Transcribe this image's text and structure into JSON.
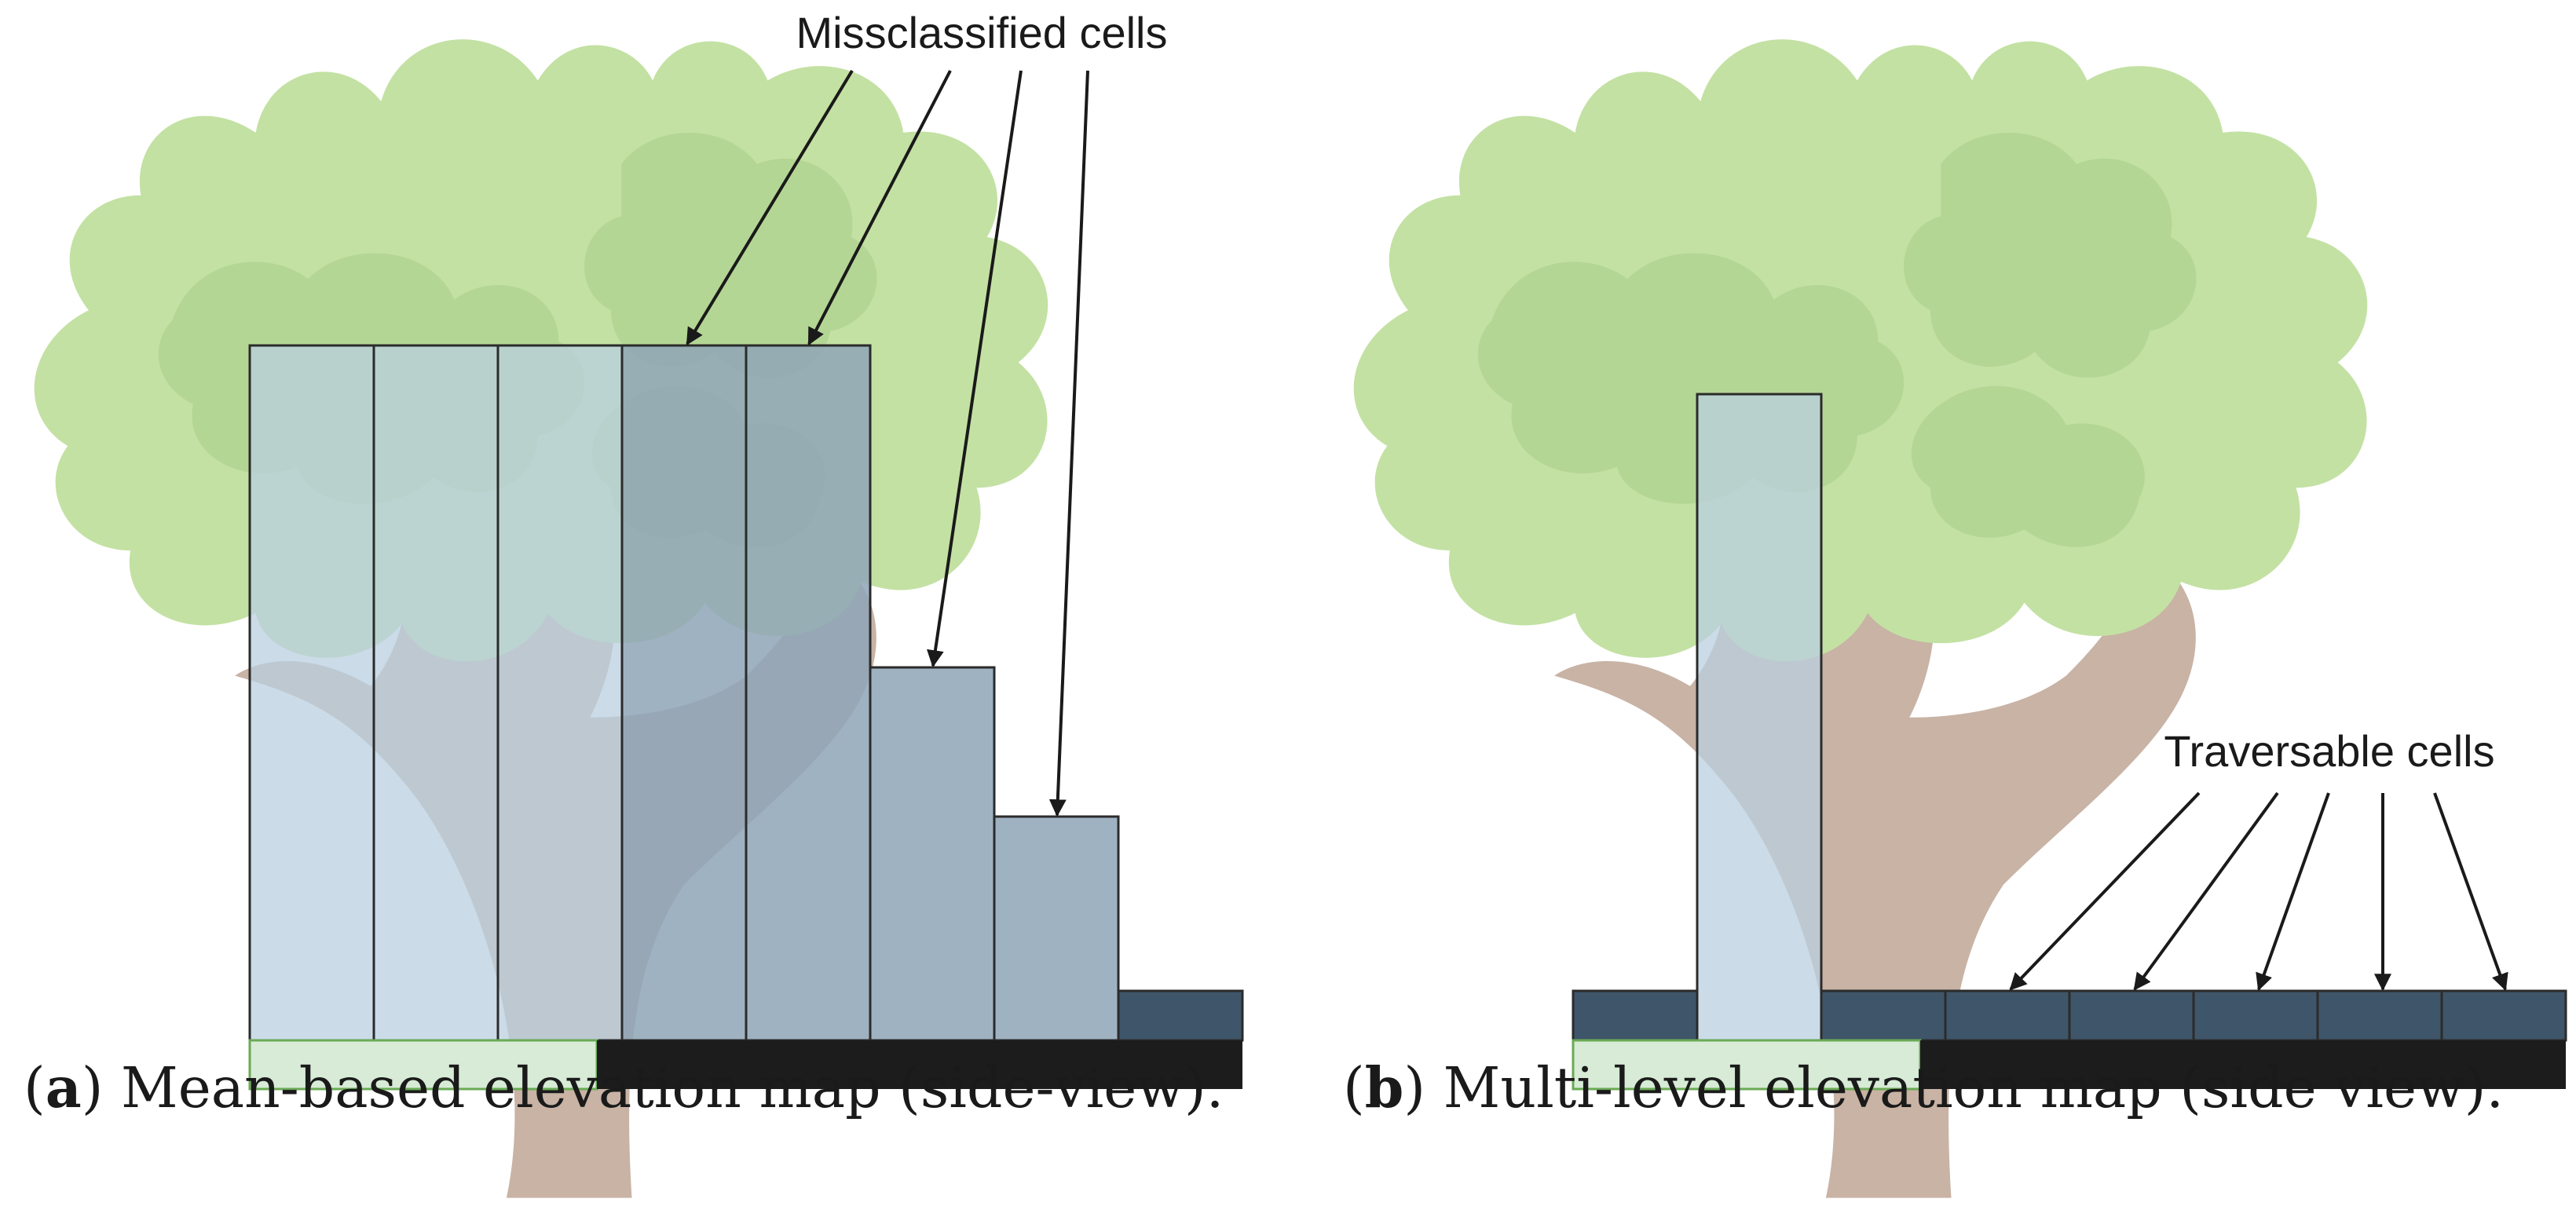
{
  "panel_a": {
    "callout": "Missclassified cells",
    "caption_letter": "a",
    "caption_text": "Mean-based elevation map (side-view)."
  },
  "panel_b": {
    "callout": "Traversable cells",
    "caption_letter": "b",
    "caption_text": "Multi-level elevation map (side view)."
  },
  "colors": {
    "foliage": "#c3e1a3",
    "foliage_shadow": "#acd08e",
    "trunk": "#c8b3a5",
    "cell_light_blue": "#b9cfe0",
    "cell_mid_blue": "#8ea5b7",
    "cell_dark_blue": "#3f5569",
    "ground_light_green": "#d7ebd6",
    "ground_black": "#1c1c1c",
    "arrow": "#1a1a1a"
  }
}
